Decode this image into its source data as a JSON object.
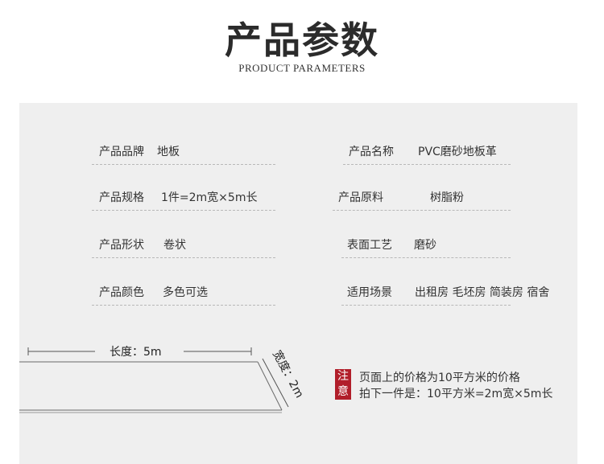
{
  "header": {
    "title": "产品参数",
    "subtitle": "PRODUCT PARAMETERS"
  },
  "params": {
    "brand_label": "产品品牌",
    "brand_value": "地板",
    "name_label": "产品名称",
    "name_value": "PVC磨砂地板革",
    "spec_label": "产品规格",
    "spec_value": "1件=2m宽×5m长",
    "material_label": "产品原料",
    "material_value": "树脂粉",
    "shape_label": "产品形状",
    "shape_value": "卷状",
    "surface_label": "表面工艺",
    "surface_value": "磨砂",
    "color_label": "产品颜色",
    "color_value": "多色可选",
    "scene_label": "适用场景",
    "scene_value": "出租房 毛坯房 简装房 宿舍"
  },
  "diagram": {
    "length_label": "长度：5m",
    "width_label": "宽度：2m"
  },
  "note": {
    "badge_top": "注",
    "badge_bottom": "意",
    "line1": "页面上的价格为10平方米的价格",
    "line2": "拍下一件是：10平方米=2m宽×5m长"
  },
  "colors": {
    "accent": "#b11e2a",
    "panel_bg": "#efefef"
  }
}
